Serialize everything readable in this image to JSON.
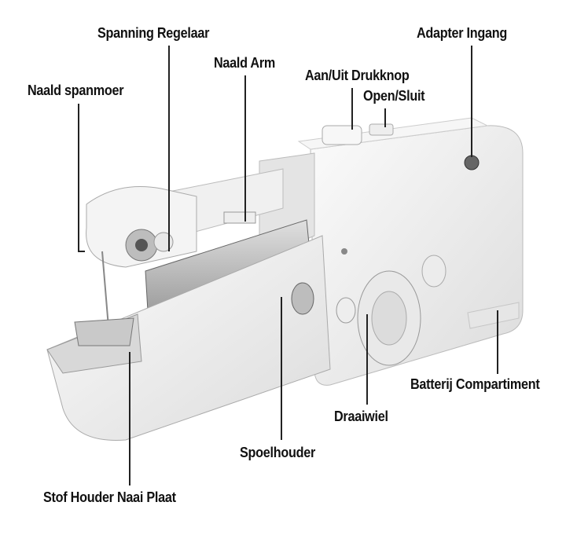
{
  "title": "Handnaaimachine onderdelen",
  "labels": {
    "spanning_regelaar": "Spanning Regelaar",
    "naald_spanmoer": "Naald spanmoer",
    "naald_arm": "Naald Arm",
    "aan_uit": "Aan/Uit Drukknop",
    "open_sluit": "Open/Sluit",
    "adapter_ingang": "Adapter Ingang",
    "batterij": "Batterij Compartiment",
    "draaiwiel": "Draaiwiel",
    "spoelhouder": "Spoelhouder",
    "stof_houder": "Stof Houder Naai Plaat"
  },
  "colors": {
    "body": "#f2f2f2",
    "shade": "#d6d6d6",
    "metal": "#9a9a9a",
    "line": "#222222"
  }
}
